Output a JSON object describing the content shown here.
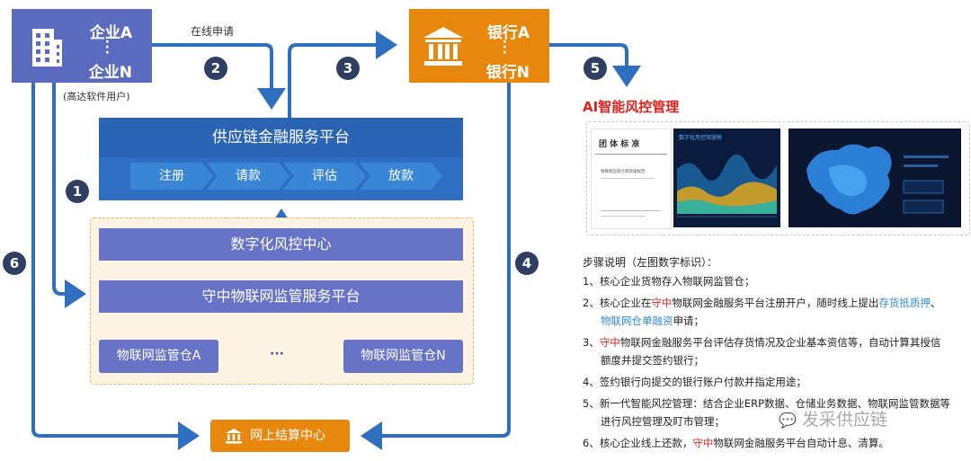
{
  "enterprise": {
    "top": "企业A",
    "bottom": "企业N",
    "note": "(高达软件用户)"
  },
  "bank": {
    "top": "银行A",
    "bottom": "银行N"
  },
  "online_apply": "在线申请",
  "steps": [
    "1",
    "2",
    "3",
    "4",
    "5",
    "6"
  ],
  "platform": {
    "title": "供应链金融服务平台",
    "processes": [
      "注册",
      "请款",
      "评估",
      "放款"
    ]
  },
  "risk_center": "数字化风控中心",
  "iot_platform": "守中物联网监管服务平台",
  "warehouses": {
    "first": "物联网监管仓A",
    "ellipsis": "···",
    "last": "物联网监管仓N"
  },
  "settlement": "网上结算中心",
  "ai_title": "AI智能风控管理",
  "doc_image": {
    "title": "团 体 标 准",
    "subtitle": "物联网监管仓库管理规范",
    "dash_title": "数字化风控驾驶舱"
  },
  "description": {
    "title": "步骤说明（左图数字标识）：",
    "l1": "1、核心企业货物存入物联网监管仓；",
    "l2a": "2、核心企业在",
    "l2b": "守中",
    "l2c": "物联网金融服务平台注册开户，随时线上提出",
    "l2d": "存货抵质押",
    "l2e": "、",
    "l2f": "物联网仓单融资",
    "l2g": "申请；",
    "l3a": "3、",
    "l3b": "守中",
    "l3c": "物联网金融服务平台评估存货情况及企业基本资信等，自动计算其授信",
    "l3d": "额度并提交签约银行；",
    "l4": "4、签约银行向提交的银行账户付款并指定用途；",
    "l5a": "5、新一代智能风控管理：结合企业ERP数据、仓储业务数据、物联网监管数据等",
    "l5b": "进行风控管理及盯市管理；",
    "l6a": "6、核心企业线上还款，",
    "l6b": "守中",
    "l6c": "物联网金融服务平台自动计息、清算。"
  },
  "watermark": "发采供应链",
  "colors": {
    "purple": "#5b6bbf",
    "orange": "#e8870e",
    "blue": "#2e6fc2",
    "arrow": "#2f6fc0",
    "red": "#e0221d"
  }
}
